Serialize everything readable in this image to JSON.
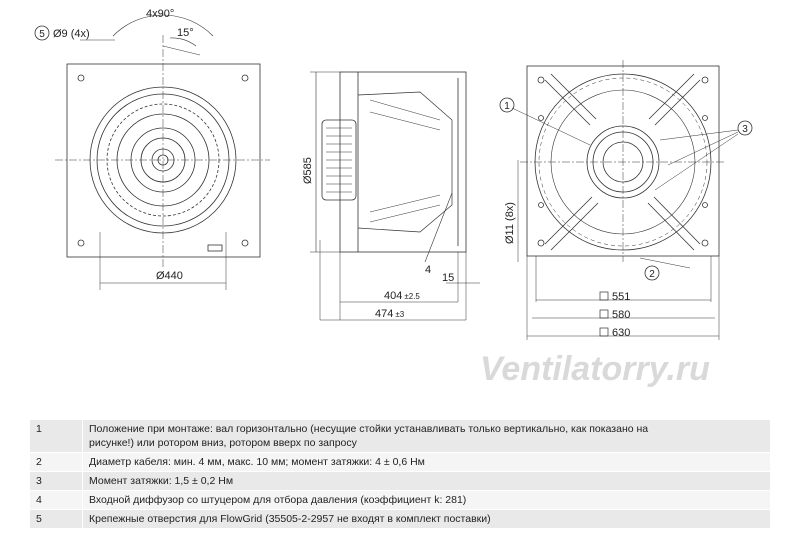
{
  "front_view": {
    "hole_callout_no": "5",
    "hole_dia": "Ø9 (4x)",
    "angle_spacing": "4x90°",
    "angle_offset": "15°",
    "pcd_label": "Ø440"
  },
  "side_view": {
    "diameter_label": "Ø585",
    "callout_4": "4",
    "dim_15": "15",
    "dim_404": "404",
    "dim_404_tol": "±2.5",
    "dim_474": "474",
    "dim_474_tol": "±3"
  },
  "rear_view": {
    "callout_1": "1",
    "callout_2": "2",
    "callout_3": "3",
    "hole_label": "Ø11 (8x)",
    "dim_551": "551",
    "dim_580": "580",
    "dim_630": "630"
  },
  "watermark": "Ventilatorry.ru",
  "notes": [
    {
      "num": "1",
      "lines": [
        "Положение при монтаже: вал горизонтально (несущие стойки устанавливать только вертикально, как показано на",
        "рисунке!) или ротором вниз, ротором вверх по запросу"
      ]
    },
    {
      "num": "2",
      "lines": [
        "Диаметр кабеля: мин. 4 мм, макс. 10 мм; момент затяжки: 4 ± 0,6 Нм"
      ]
    },
    {
      "num": "3",
      "lines": [
        "Момент затяжки: 1,5 ± 0,2 Нм"
      ]
    },
    {
      "num": "4",
      "lines": [
        "Входной диффузор со штуцером для отбора давления (коэффициент k: 281)"
      ]
    },
    {
      "num": "5",
      "lines": [
        "Крепежные отверстия для FlowGrid (35505-2-2957 не входят в комплект поставки)"
      ]
    }
  ]
}
